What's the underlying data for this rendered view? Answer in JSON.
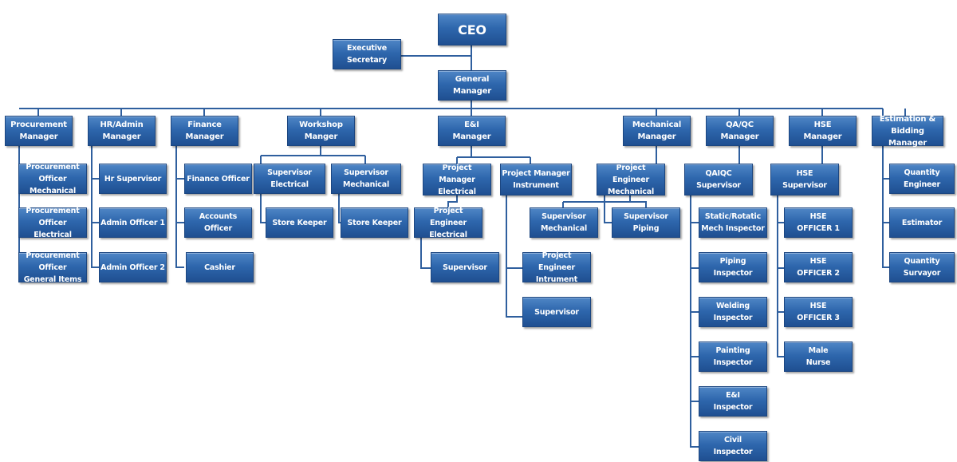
{
  "title": "Organization Chart",
  "colors": {
    "box": "#2e67ad",
    "line": "#2f5f9e"
  },
  "nodes": {
    "ceo": "CEO",
    "exec_sec": "Executive\nSecretary",
    "gm": "General\nManager",
    "proc_mgr": "Procurement\nManager",
    "hr_mgr": "HR/Admin\nManager",
    "fin_mgr": "Finance\nManager",
    "ws_mgr": "Workshop\nManger",
    "ei_mgr": "E&I\nManager",
    "mech_mgr": "Mechanical\nManager",
    "qa_mgr": "QA/QC\nManager",
    "hse_mgr": "HSE\nManager",
    "est_mgr": "Estimation &\nBidding Manager",
    "proc1": "Procurement Officer\nMechanical",
    "proc2": "Procurement Officer\nElectrical",
    "proc3": "Procurement Officer\nGeneral Items",
    "hr1": "Hr Supervisor",
    "hr2": "Admin Officer 1",
    "hr3": "Admin Officer 2",
    "fin1": "Finance Officer",
    "fin2": "Accounts  Officer",
    "fin3": "Cashier",
    "ws_se": "Supervisor Electrical",
    "ws_sm": "Supervisor\nMechanical",
    "ws_sk1": "Store Keeper",
    "ws_sk2": "Store Keeper",
    "ei_pme": "Project Manager\nElectrical",
    "ei_pmi": "Project Manager\nInstrument",
    "ei_pee": "Project Engineer\nElectrical",
    "ei_sup1": "Supervisor",
    "ei_pei": "Project Engineer\nIntrument",
    "ei_sup2": "Supervisor",
    "mech_pe": "Project  Engineer\nMechanical",
    "mech_sm": "Supervisor\nMechanical",
    "mech_sp": "Supervisor\nPiping",
    "qa_sup": "QAIQC\nSupervisor",
    "qa1": "Static/Rotatic\nMech Inspector",
    "qa2": "Piping Inspector",
    "qa3": "Welding\nInspector",
    "qa4": "Painting\nInspector",
    "qa5": "E&I\nInspector",
    "qa6": "Civil\nInspector",
    "hse_sup": "HSE\nSupervisor",
    "hse1": "HSE\nOFFICER 1",
    "hse2": "HSE\nOFFICER 2",
    "hse3": "HSE\nOFFICER 3",
    "hse4": "Male\nNurse",
    "est1": "Quantity\nEngineer",
    "est2": "Estimator",
    "est3": "Quantity\nSurvayor"
  }
}
